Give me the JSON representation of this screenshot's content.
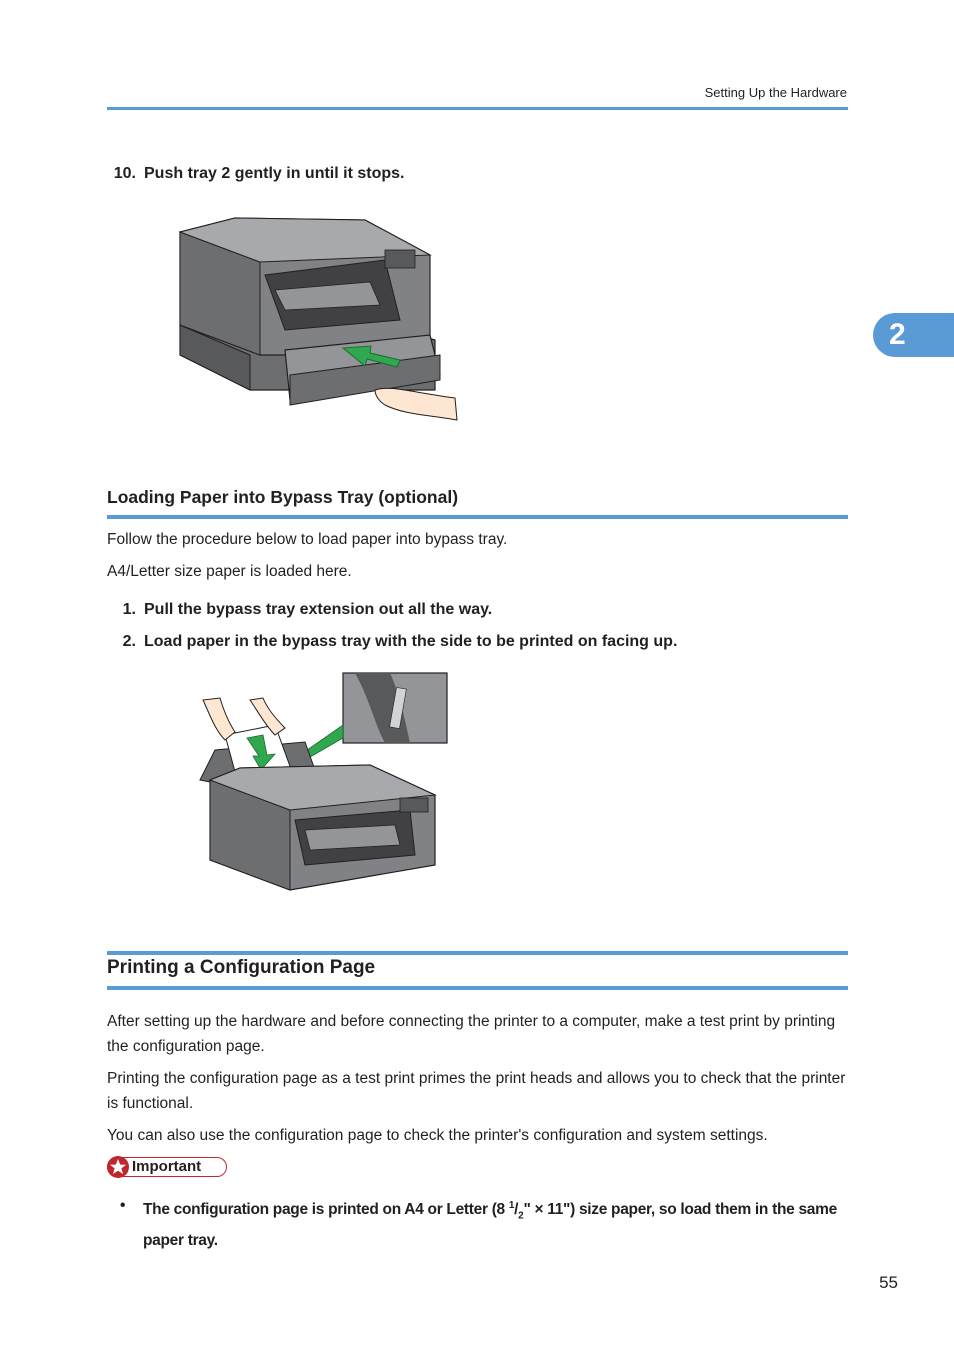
{
  "header": {
    "running_title": "Setting Up the Hardware"
  },
  "chapter_tab": {
    "number": "2"
  },
  "step10": {
    "number": "10.",
    "text": "Push tray 2 gently in until it stops."
  },
  "bypass_section": {
    "heading": "Loading Paper into Bypass Tray (optional)",
    "intro": "Follow the procedure below to load paper into bypass tray.",
    "note": "A4/Letter size paper is loaded here.",
    "steps": [
      {
        "number": "1.",
        "text": "Pull the bypass tray extension out all the way."
      },
      {
        "number": "2.",
        "text": "Load paper in the bypass tray with the side to be printed on facing up."
      }
    ]
  },
  "config_section": {
    "heading": "Printing a Configuration Page",
    "para1": "After setting up the hardware and before connecting the printer to a computer, make a test print by printing the configuration page.",
    "para2": "Printing the configuration page as a test print primes the print heads and allows you to check that the printer is functional.",
    "para3": "You can also use the configuration page to check the printer's configuration and system settings.",
    "important_label": "Important",
    "bullet_before": "The configuration page is printed on A4 or Letter (8 ",
    "bullet_sup": "1",
    "bullet_slash": "/",
    "bullet_sub": "2",
    "bullet_after": "\" × 11\") size paper, so load them in the same paper tray."
  },
  "footer": {
    "page_number": "55"
  },
  "colors": {
    "accent": "#5b9bd5",
    "important": "#c0272d",
    "arrow": "#2fa84f"
  }
}
